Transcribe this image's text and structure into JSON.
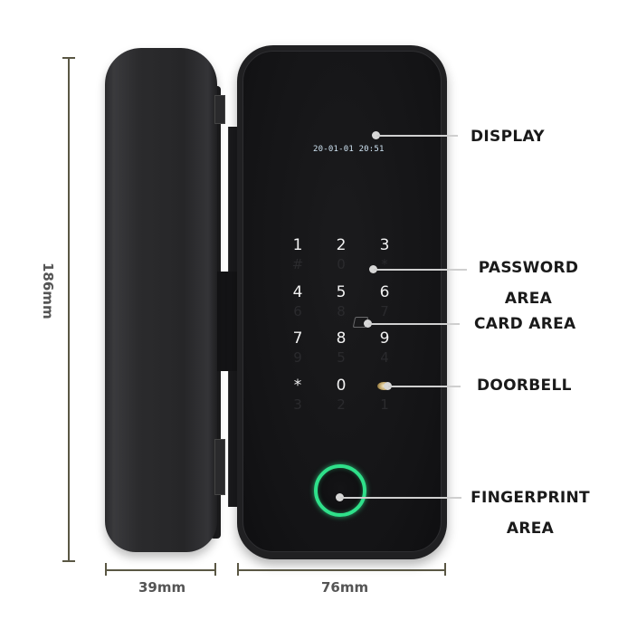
{
  "product": {
    "type": "glass door smart lock",
    "body_color": "#1b1b1d",
    "fingerprint_ring_color": "#2fe08a"
  },
  "display": {
    "datetime": "20-01-01 20:51"
  },
  "keypad": {
    "keys": [
      {
        "label": "1",
        "ghost": "#"
      },
      {
        "label": "2",
        "ghost": "0"
      },
      {
        "label": "3",
        "ghost": "*"
      },
      {
        "label": "4",
        "ghost": "6"
      },
      {
        "label": "5",
        "ghost": "8"
      },
      {
        "label": "6",
        "ghost": "7"
      },
      {
        "label": "7",
        "ghost": "9"
      },
      {
        "label": "8",
        "ghost": "5"
      },
      {
        "label": "9",
        "ghost": "4"
      },
      {
        "label": "*",
        "ghost": "3"
      },
      {
        "label": "0",
        "ghost": "2"
      },
      {
        "label": "",
        "ghost": "1"
      }
    ]
  },
  "callouts": {
    "display": "DISPLAY",
    "password_line1": "PASSWORD",
    "password_line2": "AREA",
    "card": "CARD AREA",
    "doorbell": "DOORBELL",
    "fingerprint_line1": "FINGERPRINT",
    "fingerprint_line2": "AREA"
  },
  "dimensions": {
    "height": "186mm",
    "handle_width": "39mm",
    "body_width": "76mm"
  }
}
